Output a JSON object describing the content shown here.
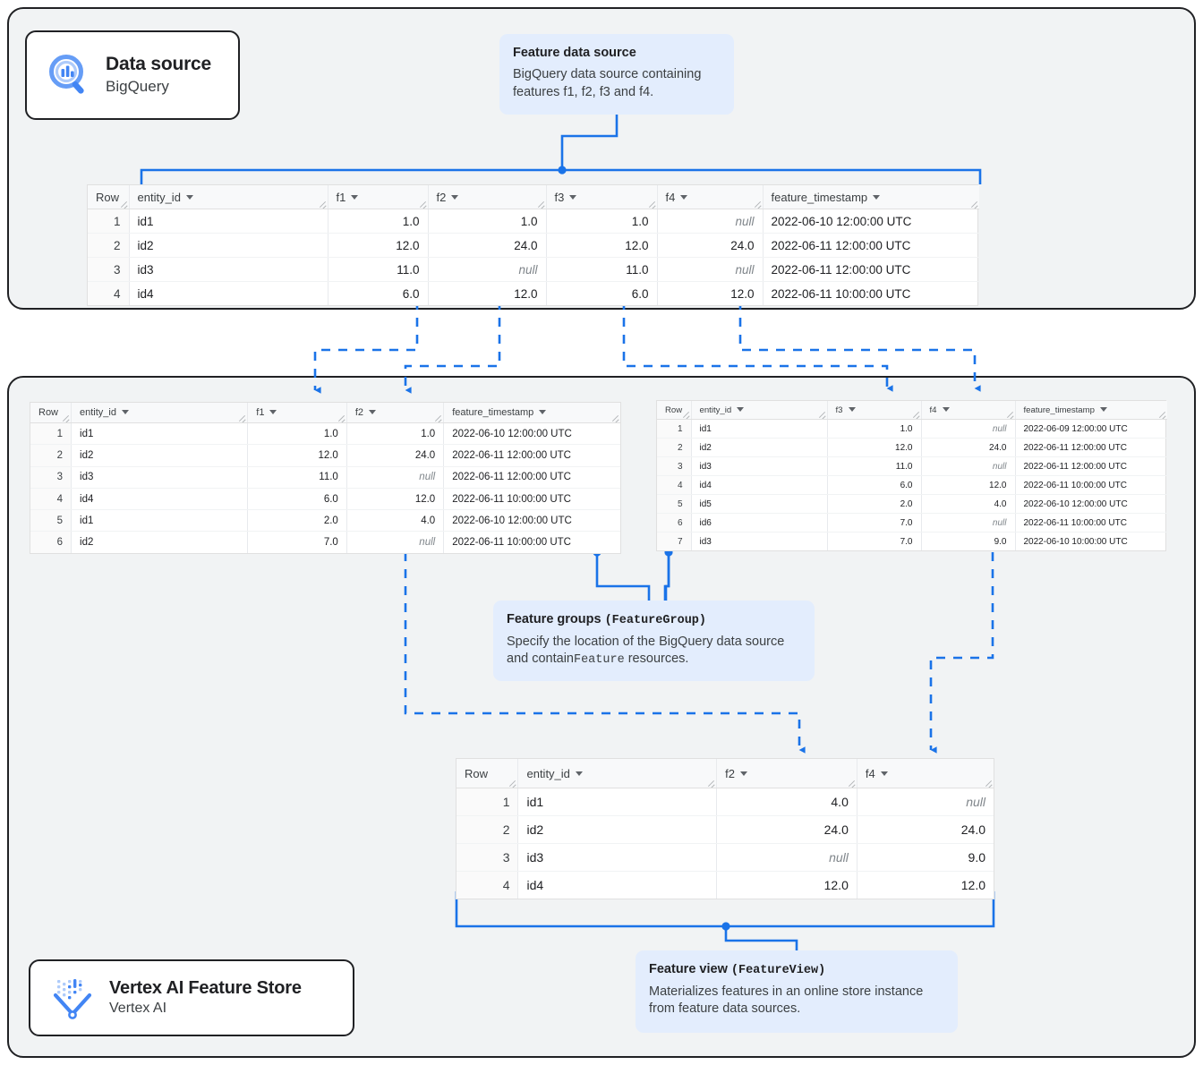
{
  "diagram": {
    "title": "Vertex AI Feature Store data flow",
    "accent_color": "#1a73e8",
    "callout_bg": "#e3edfd",
    "panel_bg": "#f1f3f4",
    "panel_border": "#202124"
  },
  "brand_cards": [
    {
      "id": "data-source",
      "icon": "bigquery-magnifier-icon",
      "title": "Data source",
      "subtitle": "BigQuery"
    },
    {
      "id": "feature-store",
      "icon": "vertex-ai-feature-store-icon",
      "title": "Vertex AI Feature Store",
      "subtitle": "Vertex AI"
    }
  ],
  "callouts": [
    {
      "id": "feature-data-source",
      "title": "Feature data source",
      "title_code": "",
      "body_pre": "BigQuery data source containing features f1, f2, f3 and f4.",
      "body_code": "",
      "body_post": ""
    },
    {
      "id": "feature-groups",
      "title": "Feature groups",
      "title_code": "(FeatureGroup)",
      "body_pre": "Specify the location of the BigQuery data source and contain",
      "body_code": "Feature",
      "body_post": " resources."
    },
    {
      "id": "feature-view",
      "title": "Feature view",
      "title_code": "(FeatureView)",
      "body_pre": "Materializes features in an online store instance from feature data sources.",
      "body_code": "",
      "body_post": ""
    }
  ],
  "tables": {
    "source": {
      "name": "bigquery-source-table",
      "columns": [
        "Row",
        "entity_id",
        "f1",
        "f2",
        "f3",
        "f4",
        "feature_timestamp"
      ],
      "col_types": [
        "row",
        "text",
        "num",
        "num",
        "num",
        "num",
        "text"
      ],
      "rows": [
        [
          "1",
          "id1",
          "1.0",
          "1.0",
          "1.0",
          "null",
          "2022-06-10 12:00:00 UTC"
        ],
        [
          "2",
          "id2",
          "12.0",
          "24.0",
          "12.0",
          "24.0",
          "2022-06-11 12:00:00 UTC"
        ],
        [
          "3",
          "id3",
          "11.0",
          "null",
          "11.0",
          "null",
          "2022-06-11 12:00:00 UTC"
        ],
        [
          "4",
          "id4",
          "6.0",
          "12.0",
          "6.0",
          "12.0",
          "2022-06-11 10:00:00 UTC"
        ]
      ]
    },
    "feature_group_left": {
      "name": "feature-group-table-f1-f2",
      "columns": [
        "Row",
        "entity_id",
        "f1",
        "f2",
        "feature_timestamp"
      ],
      "col_types": [
        "row",
        "text",
        "num",
        "num",
        "text"
      ],
      "rows": [
        [
          "1",
          "id1",
          "1.0",
          "1.0",
          "2022-06-10 12:00:00 UTC"
        ],
        [
          "2",
          "id2",
          "12.0",
          "24.0",
          "2022-06-11 12:00:00 UTC"
        ],
        [
          "3",
          "id3",
          "11.0",
          "null",
          "2022-06-11 12:00:00 UTC"
        ],
        [
          "4",
          "id4",
          "6.0",
          "12.0",
          "2022-06-11 10:00:00 UTC"
        ],
        [
          "5",
          "id1",
          "2.0",
          "4.0",
          "2022-06-10 12:00:00 UTC"
        ],
        [
          "6",
          "id2",
          "7.0",
          "null",
          "2022-06-11 10:00:00 UTC"
        ]
      ]
    },
    "feature_group_right": {
      "name": "feature-group-table-f3-f4",
      "columns": [
        "Row",
        "entity_id",
        "f3",
        "f4",
        "feature_timestamp"
      ],
      "col_types": [
        "row",
        "text",
        "num",
        "num",
        "text"
      ],
      "rows": [
        [
          "1",
          "id1",
          "1.0",
          "null",
          "2022-06-09 12:00:00 UTC"
        ],
        [
          "2",
          "id2",
          "12.0",
          "24.0",
          "2022-06-11 12:00:00 UTC"
        ],
        [
          "3",
          "id3",
          "11.0",
          "null",
          "2022-06-11 12:00:00 UTC"
        ],
        [
          "4",
          "id4",
          "6.0",
          "12.0",
          "2022-06-11 10:00:00 UTC"
        ],
        [
          "5",
          "id5",
          "2.0",
          "4.0",
          "2022-06-10 12:00:00 UTC"
        ],
        [
          "6",
          "id6",
          "7.0",
          "null",
          "2022-06-11 10:00:00 UTC"
        ],
        [
          "7",
          "id3",
          "7.0",
          "9.0",
          "2022-06-10 10:00:00 UTC"
        ]
      ]
    },
    "feature_view": {
      "name": "feature-view-table",
      "columns": [
        "Row",
        "entity_id",
        "f2",
        "f4"
      ],
      "col_types": [
        "row",
        "text",
        "num",
        "num"
      ],
      "rows": [
        [
          "1",
          "id1",
          "4.0",
          "null"
        ],
        [
          "2",
          "id2",
          "24.0",
          "24.0"
        ],
        [
          "3",
          "id3",
          "null",
          "9.0"
        ],
        [
          "4",
          "id4",
          "12.0",
          "12.0"
        ]
      ]
    }
  }
}
